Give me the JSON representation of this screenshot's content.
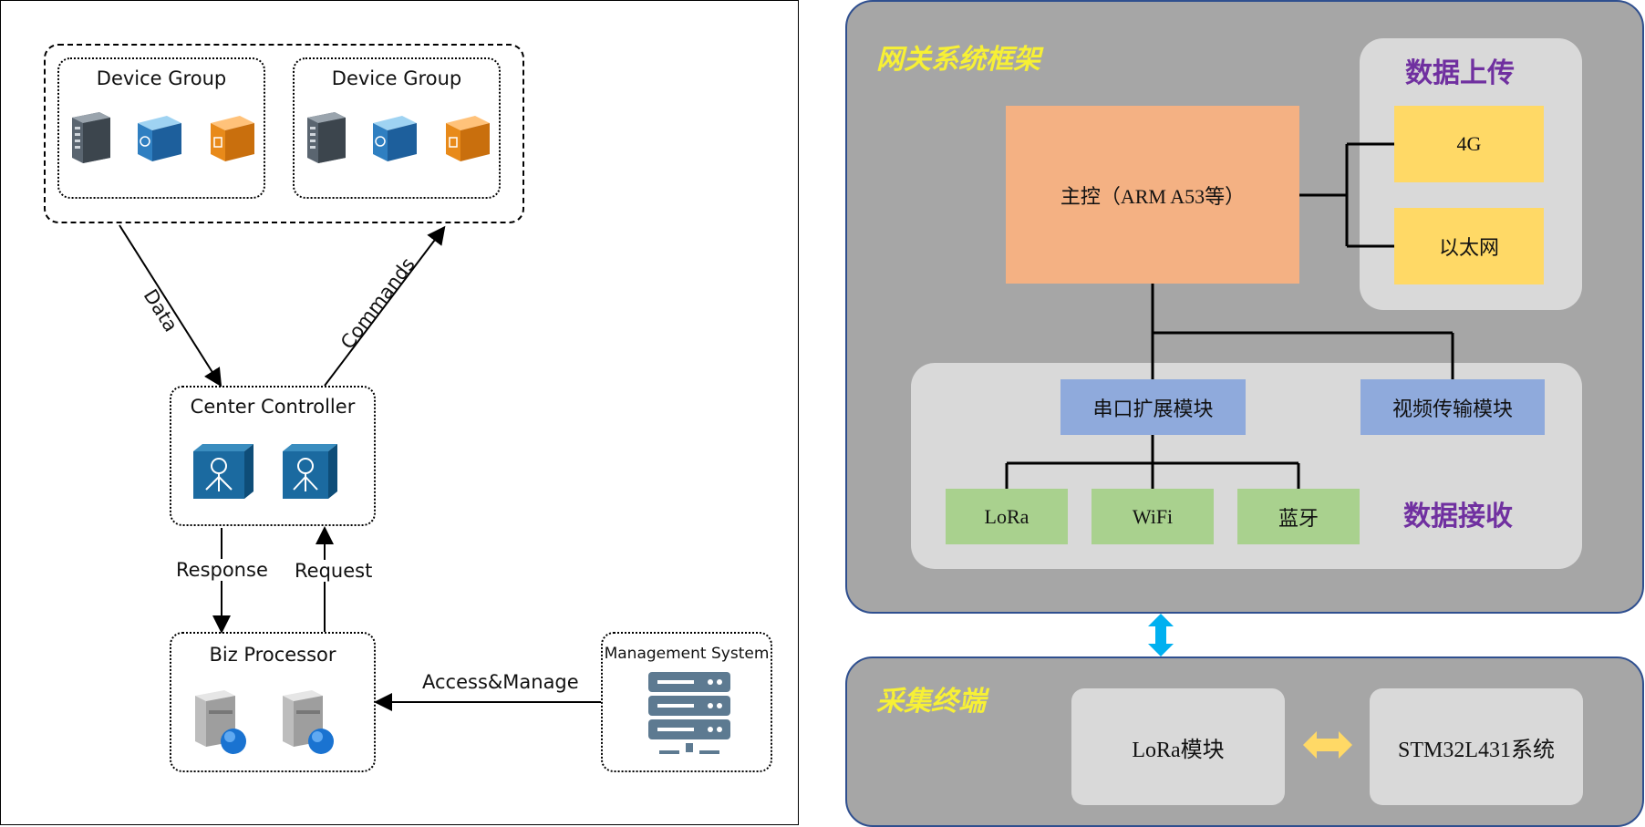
{
  "left_diagram": {
    "device_group_1": {
      "title": "Device Group",
      "icons": [
        "server-icon",
        "clock-cube-icon",
        "chart-cube-icon"
      ]
    },
    "device_group_2": {
      "title": "Device Group",
      "icons": [
        "server-icon",
        "clock-cube-icon",
        "chart-cube-icon"
      ]
    },
    "center_controller": {
      "title": "Center Controller",
      "icons": [
        "controller-cube-icon",
        "controller-cube-icon"
      ]
    },
    "biz_processor": {
      "title": "Biz Processor",
      "icons": [
        "globe-server-icon",
        "globe-server-icon"
      ]
    },
    "management_system": {
      "title": "Management System",
      "icons": [
        "rack-server-icon"
      ]
    },
    "edges": {
      "data": "Data",
      "commands": "Commands",
      "response": "Response",
      "request": "Request",
      "access_manage": "Access&Manage"
    }
  },
  "right_diagram": {
    "gateway": {
      "title": "网关系统框架",
      "main_control": "主控（ARM A53等）",
      "upload": {
        "title": "数据上传",
        "items": [
          "4G",
          "以太网"
        ]
      },
      "receive": {
        "title": "数据接收",
        "serial_module": "串口扩展模块",
        "video_module": "视频传输模块",
        "items": [
          "LoRa",
          "WiFi",
          "蓝牙"
        ]
      }
    },
    "terminal": {
      "title": "采集终端",
      "lora_module": "LoRa模块",
      "mcu_system": "STM32L431系统"
    }
  },
  "colors": {
    "frame_grey": "#a6a6a6",
    "light_grey": "#d9d9d9",
    "orange": "#f4b183",
    "yellow": "#ffd966",
    "blue": "#8faadc",
    "green": "#a9d18e",
    "title_yellow": "#f7f035",
    "title_purple": "#7030a0",
    "arrow_blue": "#00b0f0",
    "arrow_gold": "#ffd966"
  }
}
